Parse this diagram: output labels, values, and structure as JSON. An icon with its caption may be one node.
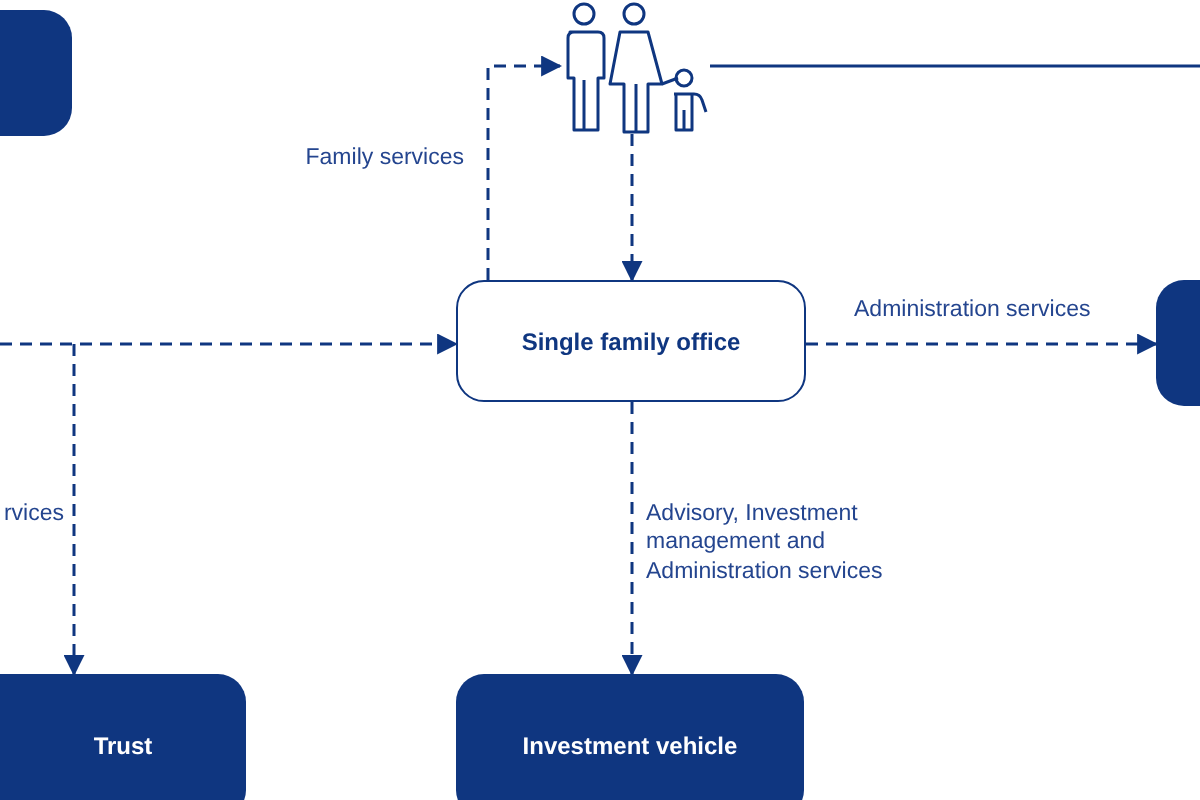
{
  "diagram": {
    "nodes": [
      {
        "text": [],
        "shape": "box"
      },
      {
        "text": [],
        "shape": "picture"
      },
      {
        "text": [
          "Single family office"
        ]
      },
      {
        "text": [],
        "shape": "box"
      },
      {
        "text": [
          "Trust"
        ]
      },
      {
        "text": [
          "Investment vehicle"
        ]
      }
    ],
    "edges": [
      {
        "from": 2,
        "to": 1,
        "arrow": "to",
        "style": "dashed",
        "label": "Family services"
      },
      {
        "from": 1,
        "to": 2,
        "arrow": "to",
        "style": "dashed"
      },
      {
        "from": 1,
        "to": null,
        "arrow": "none"
      },
      {
        "from": null,
        "to": 2,
        "arrow": "to",
        "style": "dashed"
      },
      {
        "from": null,
        "to": 4,
        "arrow": "to",
        "style": "dashed",
        "label": "rvices"
      },
      {
        "from": 2,
        "to": 3,
        "arrow": "to",
        "style": "dashed",
        "label": "Administration services"
      },
      {
        "from": 2,
        "to": 5,
        "arrow": "to",
        "style": "dashed",
        "label": "Advisory, Investment management and Administration services"
      }
    ]
  }
}
